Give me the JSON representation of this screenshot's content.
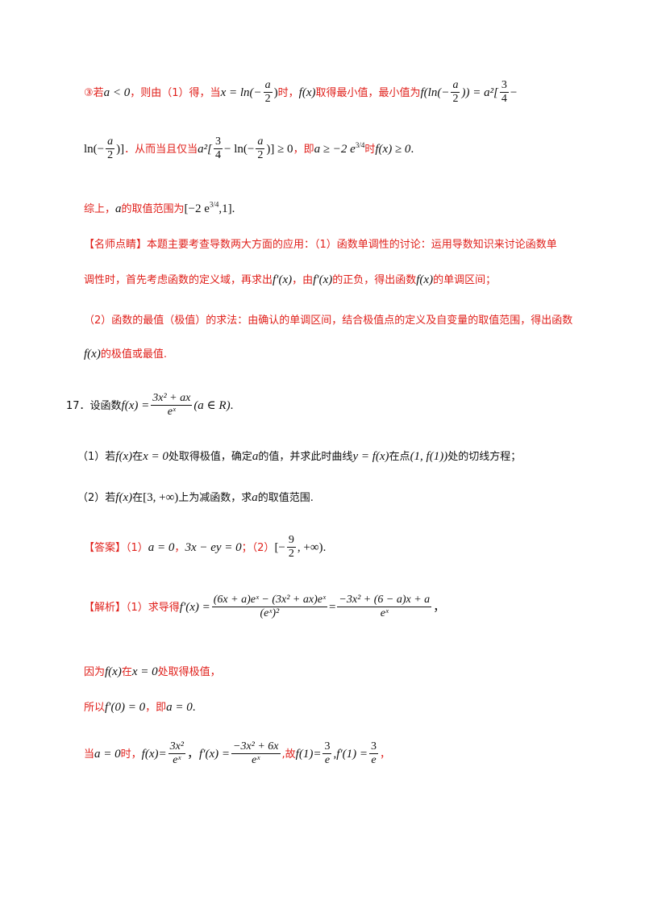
{
  "p1": {
    "prefix": "③若",
    "cond": "a < 0",
    "t1": "，则由（1）得，当",
    "x_eq": "x = ln(−",
    "frac_num": "a",
    "frac_den": "2",
    "close": ")",
    "t2": "时，",
    "fx": "f(x)",
    "t3": "取得最小值，最小值为",
    "fmin": "f(ln(−",
    "fmin_close": ")) = a²[",
    "frac2_num": "3",
    "frac2_den": "4",
    "tail": "−"
  },
  "p2": {
    "ln": "ln(−",
    "frac_num": "a",
    "frac_den": "2",
    "close": ")]",
    "t1": "．从而当且仅当",
    "expr_a": "a²[",
    "frac2_num": "3",
    "frac2_den": "4",
    "expr_b": "− ln(−",
    "frac3_num": "a",
    "frac3_den": "2",
    "expr_c": ")] ≥ 0",
    "t2": "，即",
    "ineq": "a ≥ −2 e",
    "exp": "3/4",
    "t3": "时",
    "fx": "f(x) ≥ 0",
    "end": "."
  },
  "p3": {
    "t1": "综上，",
    "a": "a",
    "t2": "的取值范围为",
    "range": "[−2 e",
    "exp": "3/4",
    "range_end": ",1]",
    "end": "."
  },
  "note": {
    "l1": "【名师点睛】本题主要考查导数两大方面的应用：（1）函数单调性的讨论：运用导数知识来讨论函数单",
    "l2a": "调性时，首先考虑函数的定义域，再求出",
    "l2_fp": "f′(x)",
    "l2b": "，由",
    "l2_fp2": "f′(x)",
    "l2c": "的正负，得出函数",
    "l2_f": "f(x)",
    "l2d": "的单调区间；",
    "l3": "（2）函数的最值（极值）的求法：由确认的单调区间，结合极值点的定义及自变量的取值范围，得出函数",
    "l4_f": "f(x)",
    "l4": "的极值或最值."
  },
  "q17": {
    "num": "17．设函数",
    "fx": "f(x) =",
    "frac_num": "3x² + ax",
    "frac_den": "eˣ",
    "domain": "(a ∈ R)",
    "end": "."
  },
  "q17_1": {
    "t1": "（1）若",
    "fx": "f(x)",
    "t2": "在",
    "x0": "x = 0",
    "t3": "处取得极值，确定",
    "a": "a",
    "t4": "的值，并求此时曲线",
    "curve": "y = f(x)",
    "t5": "在点",
    "pt": "(1, f(1))",
    "t6": "处的切线方程；"
  },
  "q17_2": {
    "t1": "（2）若",
    "fx": "f(x)",
    "t2": "在",
    "interval": "[3, +∞)",
    "t3": "上为减函数，求",
    "a": "a",
    "t4": "的取值范围."
  },
  "answer": {
    "label": "【答案】",
    "p1": "（1）",
    "a0": "a = 0",
    "sep": "，",
    "tangent": "3x − ey = 0",
    "semi": "；（2）",
    "range_a": "[−",
    "frac_num": "9",
    "frac_den": "2",
    "range_b": ", +∞)",
    "end": "."
  },
  "analysis": {
    "label": "【解析】",
    "t1": "（1）求导得",
    "fp": "f′(x) =",
    "frac1_num": "(6x + a)eˣ − (3x² + ax)eˣ",
    "frac1_den": "(eˣ)²",
    "eq": "=",
    "frac2_num": "−3x² + (6 − a)x + a",
    "frac2_den": "eˣ",
    "end": "，"
  },
  "because": {
    "t1": "因为",
    "fx": "f(x)",
    "t2": "在",
    "x0": "x = 0",
    "t3": "处取得极值，"
  },
  "so": {
    "t1": "所以",
    "fp0": "f′(0) = 0",
    "t2": "，即",
    "a0": "a = 0",
    "end": "."
  },
  "when": {
    "t1": "当",
    "a0": "a = 0",
    "t2": "时，",
    "f": "f(x)=",
    "frac1_num": "3x²",
    "frac1_den": "eˣ",
    "c1": "，",
    "fp": "f′(x) =",
    "frac2_num": "−3x² + 6x",
    "frac2_den": "eˣ",
    "t3": ",故",
    "f1": "f(1)=",
    "frac3_num": "3",
    "frac3_den": "e",
    "c2": ",",
    "fp1": "f′(1) =",
    "frac4_num": "3",
    "frac4_den": "e",
    "end": "，"
  }
}
